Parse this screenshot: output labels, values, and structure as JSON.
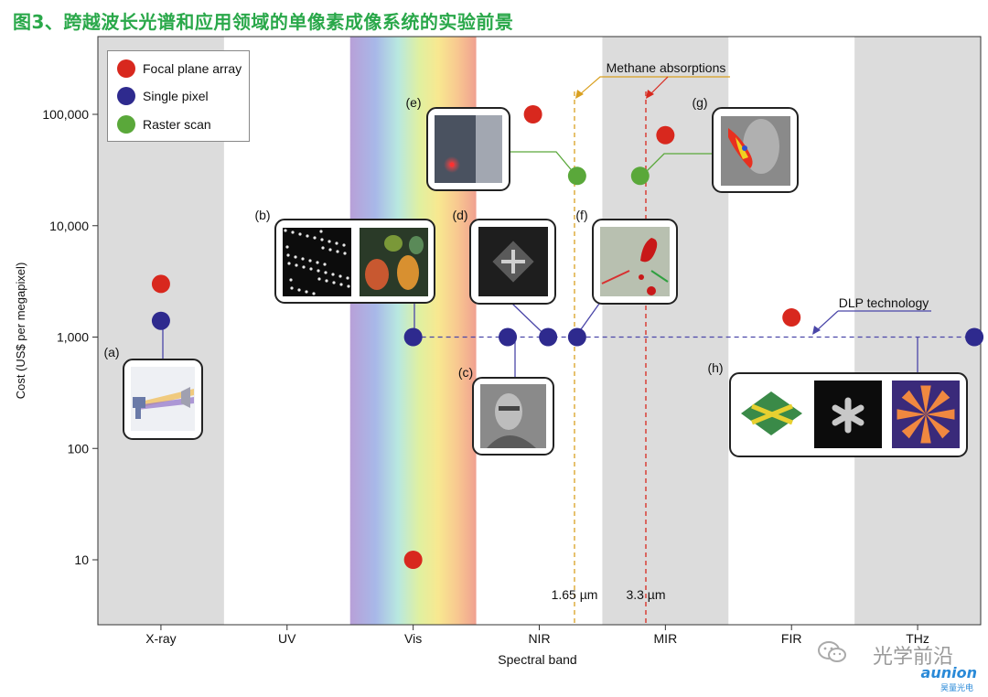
{
  "figure_title": "图3、跨越波长光谱和应用领域的单像素成像系统的实验前景",
  "colors": {
    "title": "#2aa84a",
    "focal_plane_array": "#d8281e",
    "single_pixel": "#2e2a8e",
    "raster_scan": "#5aa83a",
    "band_shade": "#dcdcdc",
    "methane_1": "#d9a020",
    "methane_2": "#d8281e",
    "dlp_line": "#4a46a8"
  },
  "legend": {
    "items": [
      {
        "label": "Focal plane array",
        "color": "#d8281e"
      },
      {
        "label": "Single pixel",
        "color": "#2e2a8e"
      },
      {
        "label": "Raster scan",
        "color": "#5aa83a"
      }
    ]
  },
  "chart_data": {
    "type": "scatter",
    "title": "",
    "xlabel": "Spectral band",
    "ylabel": "Cost (US$ per megapixel)",
    "y_scale": "log",
    "ylim": [
      2.5,
      400000
    ],
    "yticks": [
      {
        "value": 10,
        "label": "10"
      },
      {
        "value": 100,
        "label": "100"
      },
      {
        "value": 1000,
        "label": "1,000"
      },
      {
        "value": 10000,
        "label": "10,000"
      },
      {
        "value": 100000,
        "label": "100,000"
      }
    ],
    "categories": [
      "X-ray",
      "UV",
      "Vis",
      "NIR",
      "MIR",
      "FIR",
      "THz"
    ],
    "shaded_bands": [
      "X-ray",
      "MIR",
      "THz"
    ],
    "spectrum_band": "Vis",
    "series": [
      {
        "name": "Focal plane array",
        "points": [
          {
            "band": "X-ray",
            "offset": 0.0,
            "value": 3000
          },
          {
            "band": "Vis",
            "offset": 0.0,
            "value": 10
          },
          {
            "band": "NIR",
            "offset": -0.05,
            "value": 100000
          },
          {
            "band": "MIR",
            "offset": 0.0,
            "value": 65000
          },
          {
            "band": "FIR",
            "offset": 0.0,
            "value": 1500
          }
        ]
      },
      {
        "name": "Single pixel",
        "points": [
          {
            "band": "X-ray",
            "offset": 0.0,
            "value": 1400,
            "label": "(a)"
          },
          {
            "band": "Vis",
            "offset": 0.0,
            "value": 1000,
            "label": "(b)"
          },
          {
            "band": "NIR",
            "offset": -0.25,
            "value": 1000,
            "label": "(c)"
          },
          {
            "band": "NIR",
            "offset": 0.07,
            "value": 1000,
            "label": "(d)"
          },
          {
            "band": "NIR",
            "offset": 0.3,
            "value": 1000,
            "label": "(f)"
          },
          {
            "band": "THz",
            "offset": 0.45,
            "value": 1000,
            "label": "(h)"
          }
        ]
      },
      {
        "name": "Raster scan",
        "points": [
          {
            "band": "NIR",
            "offset": 0.3,
            "value": 28000,
            "label": "(e)"
          },
          {
            "band": "MIR",
            "offset": -0.2,
            "value": 28000,
            "label": "(g)"
          }
        ]
      }
    ],
    "reference_lines": [
      {
        "type": "horizontal",
        "value": 1000,
        "label": "DLP technology"
      },
      {
        "type": "vertical",
        "label": "1.65 µm"
      },
      {
        "type": "vertical",
        "label": "3.3 µm"
      }
    ],
    "annotations": [
      "Methane absorptions",
      "DLP technology"
    ],
    "panel_labels": [
      "(a)",
      "(b)",
      "(c)",
      "(d)",
      "(e)",
      "(f)",
      "(g)",
      "(h)"
    ]
  },
  "watermark": {
    "text": "光学前沿",
    "brand": "aunion",
    "brand_sub": "昊量光电"
  }
}
